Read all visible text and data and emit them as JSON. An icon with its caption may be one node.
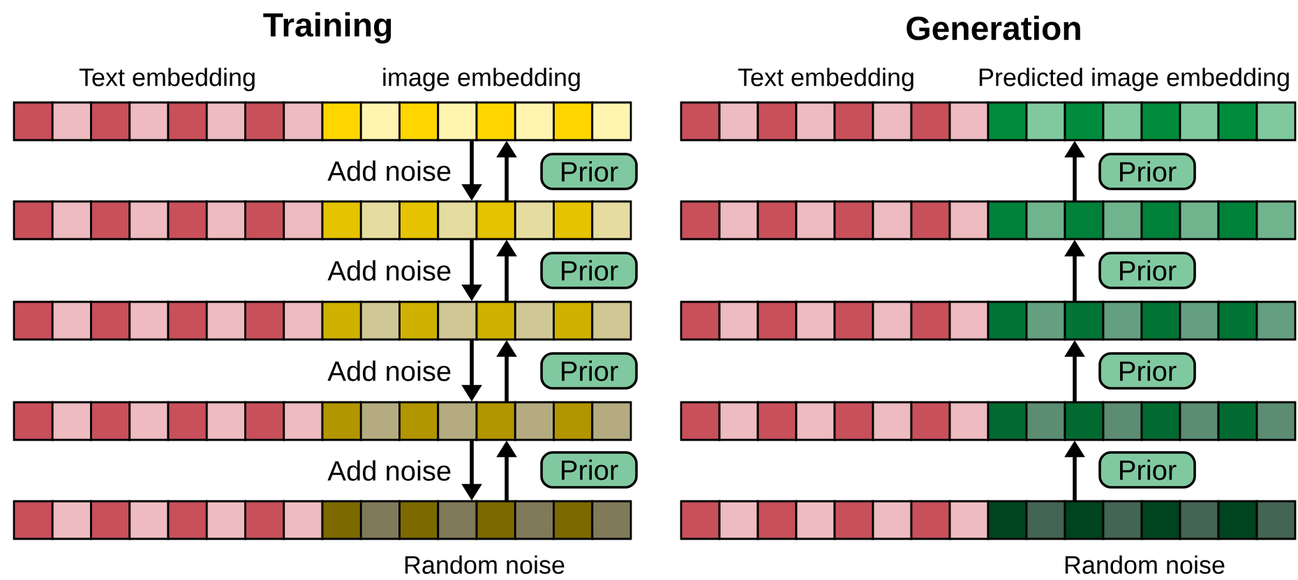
{
  "diagram": {
    "nodes": [
      {
        "text": [],
        "shape": "bar"
      },
      {
        "text": [],
        "shape": "bar"
      },
      {
        "text": [],
        "shape": "bar"
      },
      {
        "text": [],
        "shape": "bar"
      },
      {
        "text": [],
        "shape": "bar"
      },
      {
        "text": [
          "Prior"
        ]
      },
      {
        "text": [
          "Prior"
        ]
      },
      {
        "text": [
          "Prior"
        ]
      },
      {
        "text": [
          "Prior"
        ]
      },
      {
        "text": [],
        "shape": "bar"
      },
      {
        "text": [],
        "shape": "bar"
      },
      {
        "text": [],
        "shape": "bar"
      },
      {
        "text": [],
        "shape": "bar"
      },
      {
        "text": [],
        "shape": "bar"
      },
      {
        "text": [
          "Prior"
        ]
      },
      {
        "text": [
          "Prior"
        ]
      },
      {
        "text": [
          "Prior"
        ]
      },
      {
        "text": [
          "Prior"
        ]
      }
    ],
    "edges": [
      {
        "from": 0,
        "to": 1,
        "arrow": "to",
        "label": "Add noise"
      },
      {
        "from": 1,
        "to": 0,
        "arrow": "to"
      },
      {
        "from": 1,
        "to": 2,
        "arrow": "to",
        "label": "Add noise"
      },
      {
        "from": 2,
        "to": 1,
        "arrow": "to"
      },
      {
        "from": 2,
        "to": 3,
        "arrow": "to",
        "label": "Add noise"
      },
      {
        "from": 3,
        "to": 2,
        "arrow": "to"
      },
      {
        "from": 3,
        "to": 4,
        "arrow": "to",
        "label": "Add noise"
      },
      {
        "from": 4,
        "to": 3,
        "arrow": "to"
      },
      {
        "from": 10,
        "to": 9,
        "arrow": "to"
      },
      {
        "from": 11,
        "to": 10,
        "arrow": "to"
      },
      {
        "from": 12,
        "to": 11,
        "arrow": "to"
      },
      {
        "from": 13,
        "to": 12,
        "arrow": "to"
      }
    ],
    "labels": [
      "Training",
      "Generation",
      "Text embedding",
      "image embedding",
      "Text embedding",
      "Predicted image embedding",
      "Random noise",
      "Random noise"
    ]
  }
}
